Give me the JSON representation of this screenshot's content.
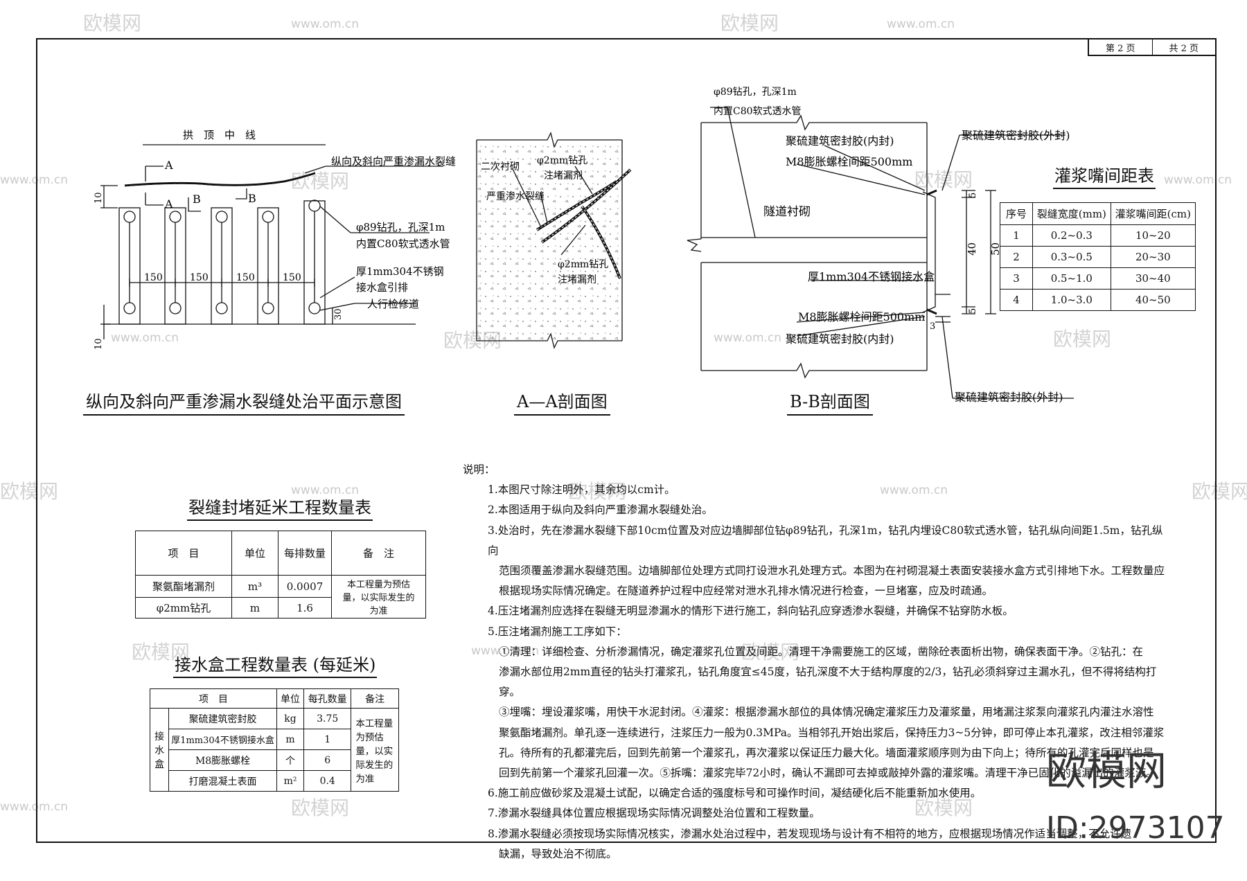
{
  "page": {
    "current": "第 2 页",
    "total": "共 2 页"
  },
  "plan": {
    "title": "纵向及斜向严重渗漏水裂缝处治平面示意图",
    "centerline": "拱　顶　中　线",
    "crack_label": "纵向及斜向严重渗漏水裂缝",
    "section_a": "A",
    "section_b": "B",
    "dims": [
      "150",
      "150",
      "150",
      "150"
    ],
    "dim_10_top": "10",
    "dim_10_bottom": "10",
    "dim_30": "30",
    "hole_label_1": "φ89钻孔，孔深1m",
    "hole_label_2": "内置C80软式透水管",
    "box_label_1": "厚1mm304不锈钢",
    "box_label_2": "接水盒引排",
    "walkway": "人行检修道"
  },
  "section_aa": {
    "title": "A—A剖面图",
    "lining": "二次衬砌",
    "seep": "严重渗水裂缝",
    "drill_top_1": "φ2mm钻孔",
    "drill_top_2": "注堵漏剂",
    "drill_bot_1": "φ2mm钻孔",
    "drill_bot_2": "注堵漏剂"
  },
  "section_bb": {
    "title": "B-B剖面图",
    "hole_1": "φ89钻孔，孔深1m",
    "hole_2": "内置C80软式透水管",
    "sealant_inner_top": "聚硫建筑密封胶(内封)",
    "sealant_outer_top": "聚硫建筑密封胶(外封)",
    "bolt_top": "M8膨胀螺栓间距500mm",
    "lining": "隧道衬砌",
    "box": "厚1mm304不锈钢接水盒",
    "bolt_bottom": "M8膨胀螺栓间距500mm",
    "sealant_inner_bottom": "聚硫建筑密封胶(内封)",
    "sealant_outer_bottom": "聚硫建筑密封胶(外封)",
    "dim_5a": "5",
    "dim_40": "40",
    "dim_50": "50",
    "dim_5b": "5",
    "dim_3": "3"
  },
  "spacing_table": {
    "title": "灌浆嘴间距表",
    "headers": [
      "序号",
      "裂缝宽度(mm)",
      "灌浆嘴间距(cm)"
    ],
    "rows": [
      [
        "1",
        "0.2~0.3",
        "10~20"
      ],
      [
        "2",
        "0.3~0.5",
        "20~30"
      ],
      [
        "3",
        "0.5~1.0",
        "30~40"
      ],
      [
        "4",
        "1.0~3.0",
        "40~50"
      ]
    ]
  },
  "crack_table": {
    "title": "裂缝封堵延米工程数量表",
    "headers": [
      "项　目",
      "单位",
      "每排数量",
      "备　注"
    ],
    "rows": [
      [
        "聚氨酯堵漏剂",
        "m³",
        "0.0007"
      ],
      [
        "φ2mm钻孔",
        "m",
        "1.6"
      ]
    ],
    "note": "本工程量为预估量，以实际发生的为准"
  },
  "box_table": {
    "title": "接水盒工程数量表 (每延米)",
    "headers": [
      "项　目",
      "单位",
      "每孔数量",
      "备注"
    ],
    "group": "接水盒",
    "rows": [
      [
        "聚硫建筑密封胶",
        "kg",
        "3.75"
      ],
      [
        "厚1mm304不锈钢接水盒",
        "m",
        "1"
      ],
      [
        "M8膨胀螺栓",
        "个",
        "6"
      ],
      [
        "打磨混凝土表面",
        "m²",
        "0.4"
      ]
    ],
    "note": "本工程量为预估量，以实际发生的为准"
  },
  "notes": {
    "heading": "说明：",
    "items": [
      "1.本图尺寸除注明外，其余均以cm计。",
      "2.本图适用于纵向及斜向严重渗漏水裂缝处治。",
      "3.处治时，先在渗漏水裂缝下部10cm位置及对应边墙脚部位钻φ89钻孔，孔深1m，钻孔内埋设C80软式透水管，钻孔纵向间距1.5m，钻孔纵向",
      "范围须覆盖渗漏水裂缝范围。边墙脚部位处理方式同打设泄水孔处理方式。本图为在衬砌混凝土表面安装接水盒方式引排地下水。工程数量应",
      "根据现场实际情况确定。在隧道养护过程中应经常对泄水孔排水情况进行检查，一旦堵塞，应及时疏通。",
      "4.压注堵漏剂应选择在裂缝无明显渗漏水的情形下进行施工，斜向钻孔应穿透渗水裂缝，并确保不钻穿防水板。",
      "5.压注堵漏剂施工工序如下：",
      "①清理：详细检查、分析渗漏情况，确定灌浆孔位置及间距。清理干净需要施工的区域，凿除砼表面析出物，确保表面干净。②钻孔：在",
      "渗漏水部位用2mm直径的钻头打灌浆孔，钻孔角度宜≤45度，钻孔深度不大于结构厚度的2/3，钻孔必须斜穿过主漏水孔，但不得将结构打穿。",
      "③埋嘴：埋设灌浆嘴，用快干水泥封闭。④灌浆：根据渗漏水部位的具体情况确定灌浆压力及灌浆量，用堵漏注浆泵向灌浆孔内灌注水溶性",
      "聚氨酯堵漏剂。单孔逐一连续进行，注浆压力一般为0.3MPa。当相邻孔开始出浆后，保持压力3~5分钟，即可停止本孔灌浆，改注相邻灌浆",
      "孔。待所有的孔都灌完后，回到先前第一个灌浆孔，再次灌浆以保证压力最大化。墙面灌浆顺序则为由下向上；待所有的孔灌完后同样也是",
      "回到先前第一个灌浆孔回灌一次。⑤拆嘴：灌浆完毕72小时，确认不漏即可去掉或敲掉外露的灌浆嘴。清理干净已固化的溢漏出的灌浆液。",
      "6.施工前应做砂浆及混凝土试配，以确定合适的强度标号和可操作时间，凝结硬化后不能重新加水使用。",
      "7.渗漏水裂缝具体位置应根据现场实际情况调整处治位置和工程数量。",
      "8.渗漏水裂缝必须按现场实际情况核实，渗漏水处治过程中，若发现现场与设计有不相符的地方，应根据现场情况作适当调整，不允许遗",
      "缺漏，导致处治不彻底。"
    ]
  },
  "watermark": {
    "text": "欧模网",
    "url": "www.om.cn",
    "brand": "欧模网",
    "id": "ID:2973107"
  }
}
